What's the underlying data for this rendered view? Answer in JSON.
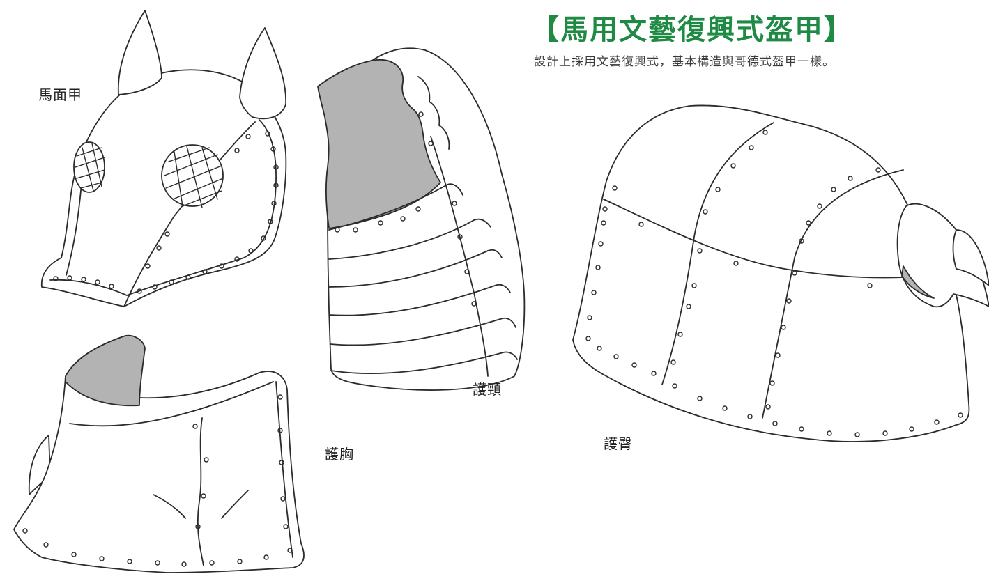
{
  "header": {
    "title": "【馬用文藝復興式盔甲】",
    "subtitle": "設計上採用文藝復興式，基本構造與哥德式盔甲一樣。"
  },
  "parts": {
    "face": "馬面甲",
    "neck": "護頸",
    "chest": "護胸",
    "rump": "護臀"
  },
  "colors": {
    "title": "#1e8a43",
    "line": "#2b2b2b",
    "shade": "#b3b3b3"
  }
}
